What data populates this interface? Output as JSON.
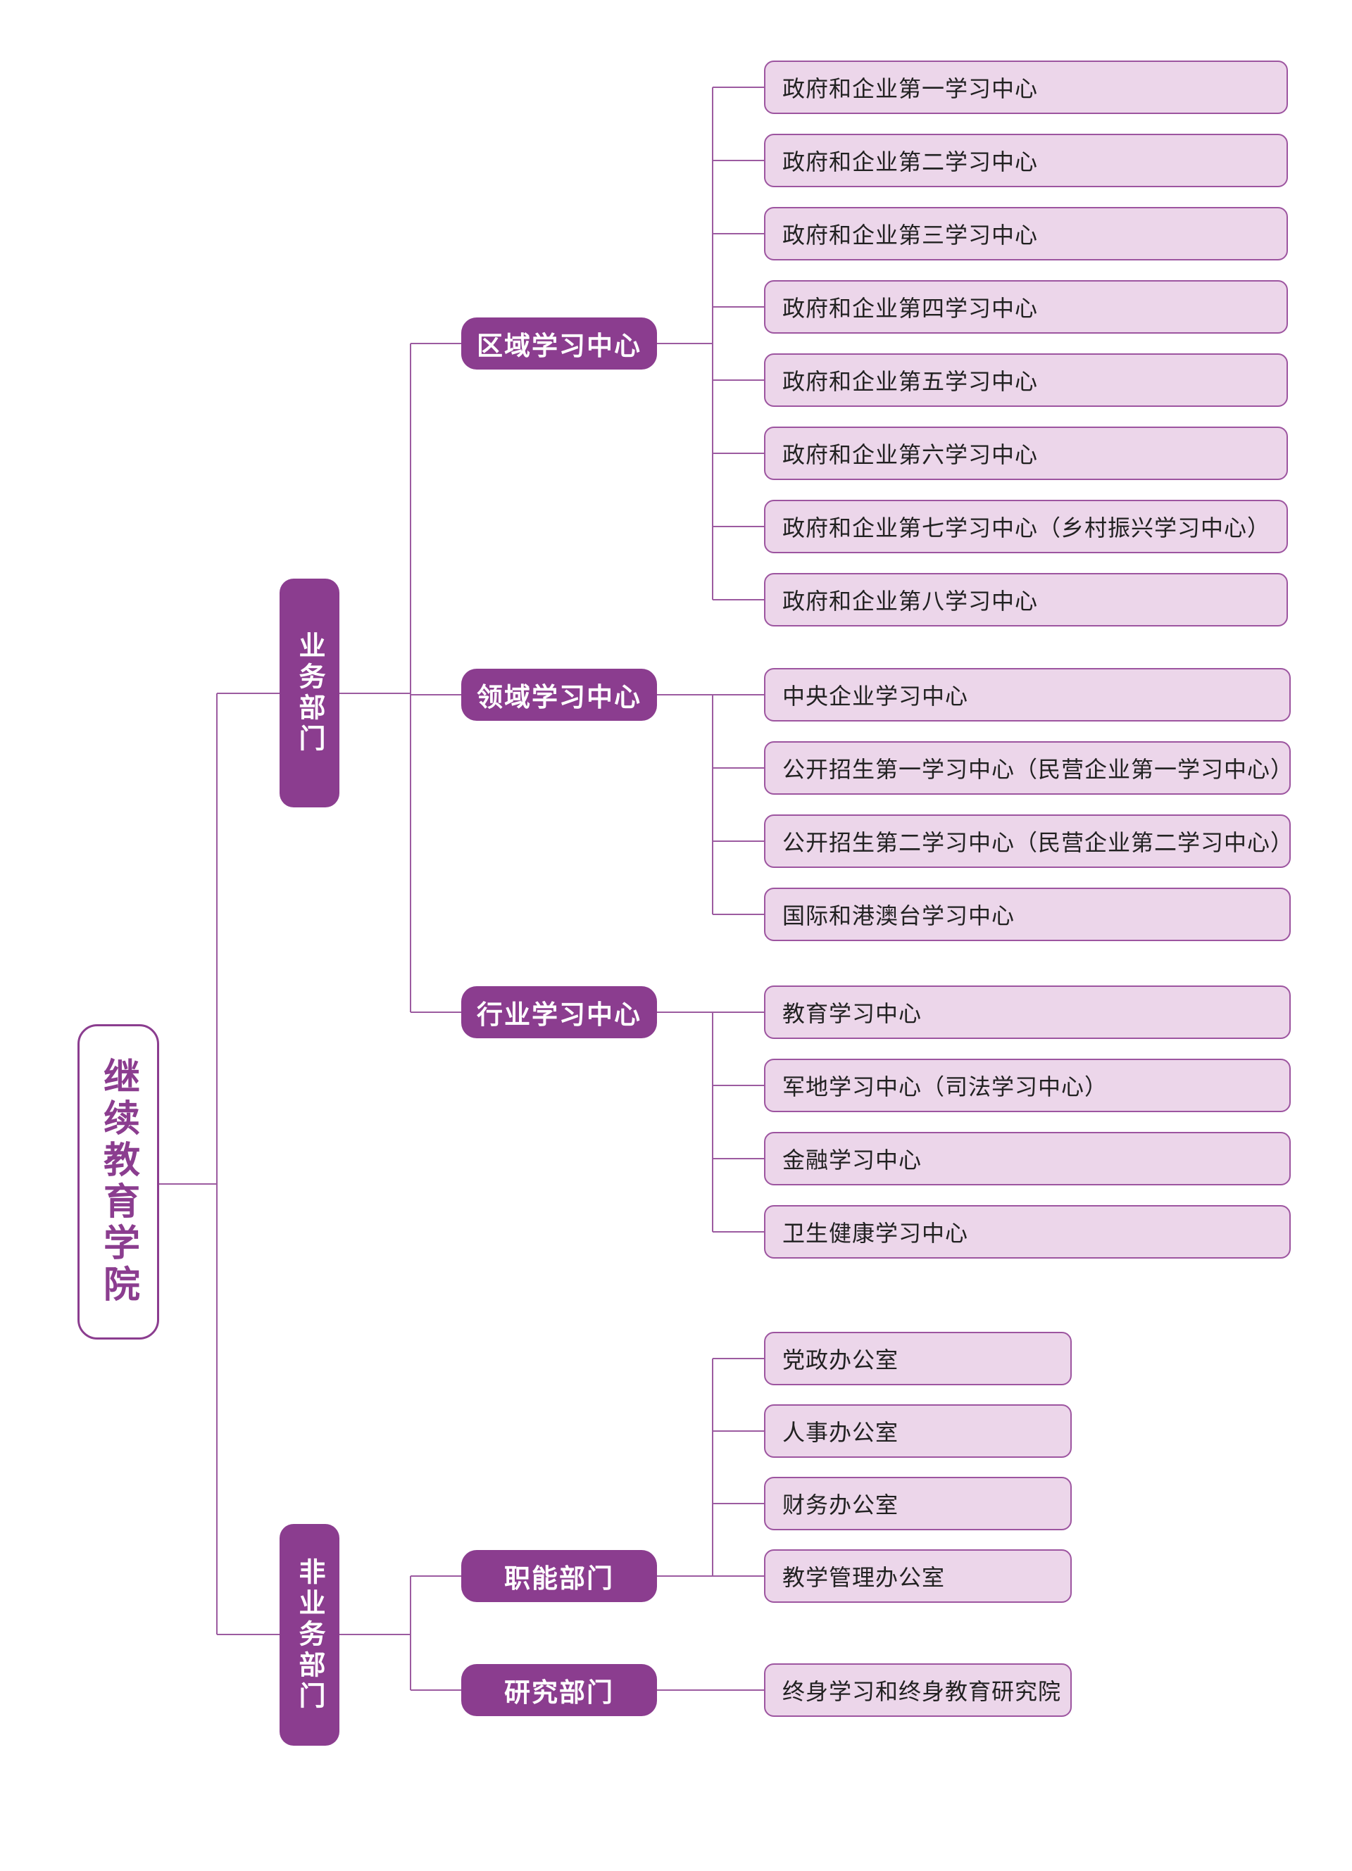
{
  "colors": {
    "accent_purple": "#8b3d8f",
    "leaf_fill": "#ecd6ea",
    "leaf_border": "#9d55a0",
    "connector_line": "#9c5ba0",
    "leaf_text": "#212121",
    "background": "#ffffff"
  },
  "org": {
    "root": {
      "label": "继续教育学院"
    },
    "branches": [
      {
        "label": "业务部门",
        "groups": [
          {
            "label": "区域学习中心",
            "items": [
              "政府和企业第一学习中心",
              "政府和企业第二学习中心",
              "政府和企业第三学习中心",
              "政府和企业第四学习中心",
              "政府和企业第五学习中心",
              "政府和企业第六学习中心",
              "政府和企业第七学习中心（乡村振兴学习中心）",
              "政府和企业第八学习中心"
            ]
          },
          {
            "label": "领域学习中心",
            "items": [
              "中央企业学习中心",
              "公开招生第一学习中心（民营企业第一学习中心）",
              "公开招生第二学习中心（民营企业第二学习中心）",
              "国际和港澳台学习中心"
            ]
          },
          {
            "label": "行业学习中心",
            "items": [
              "教育学习中心",
              "军地学习中心（司法学习中心）",
              "金融学习中心",
              "卫生健康学习中心"
            ]
          }
        ]
      },
      {
        "label": "非业务部门",
        "groups": [
          {
            "label": "职能部门",
            "items": [
              "党政办公室",
              "人事办公室",
              "财务办公室",
              "教学管理办公室"
            ]
          },
          {
            "label": "研究部门",
            "items": [
              "终身学习和终身教育研究院"
            ]
          }
        ]
      }
    ]
  }
}
